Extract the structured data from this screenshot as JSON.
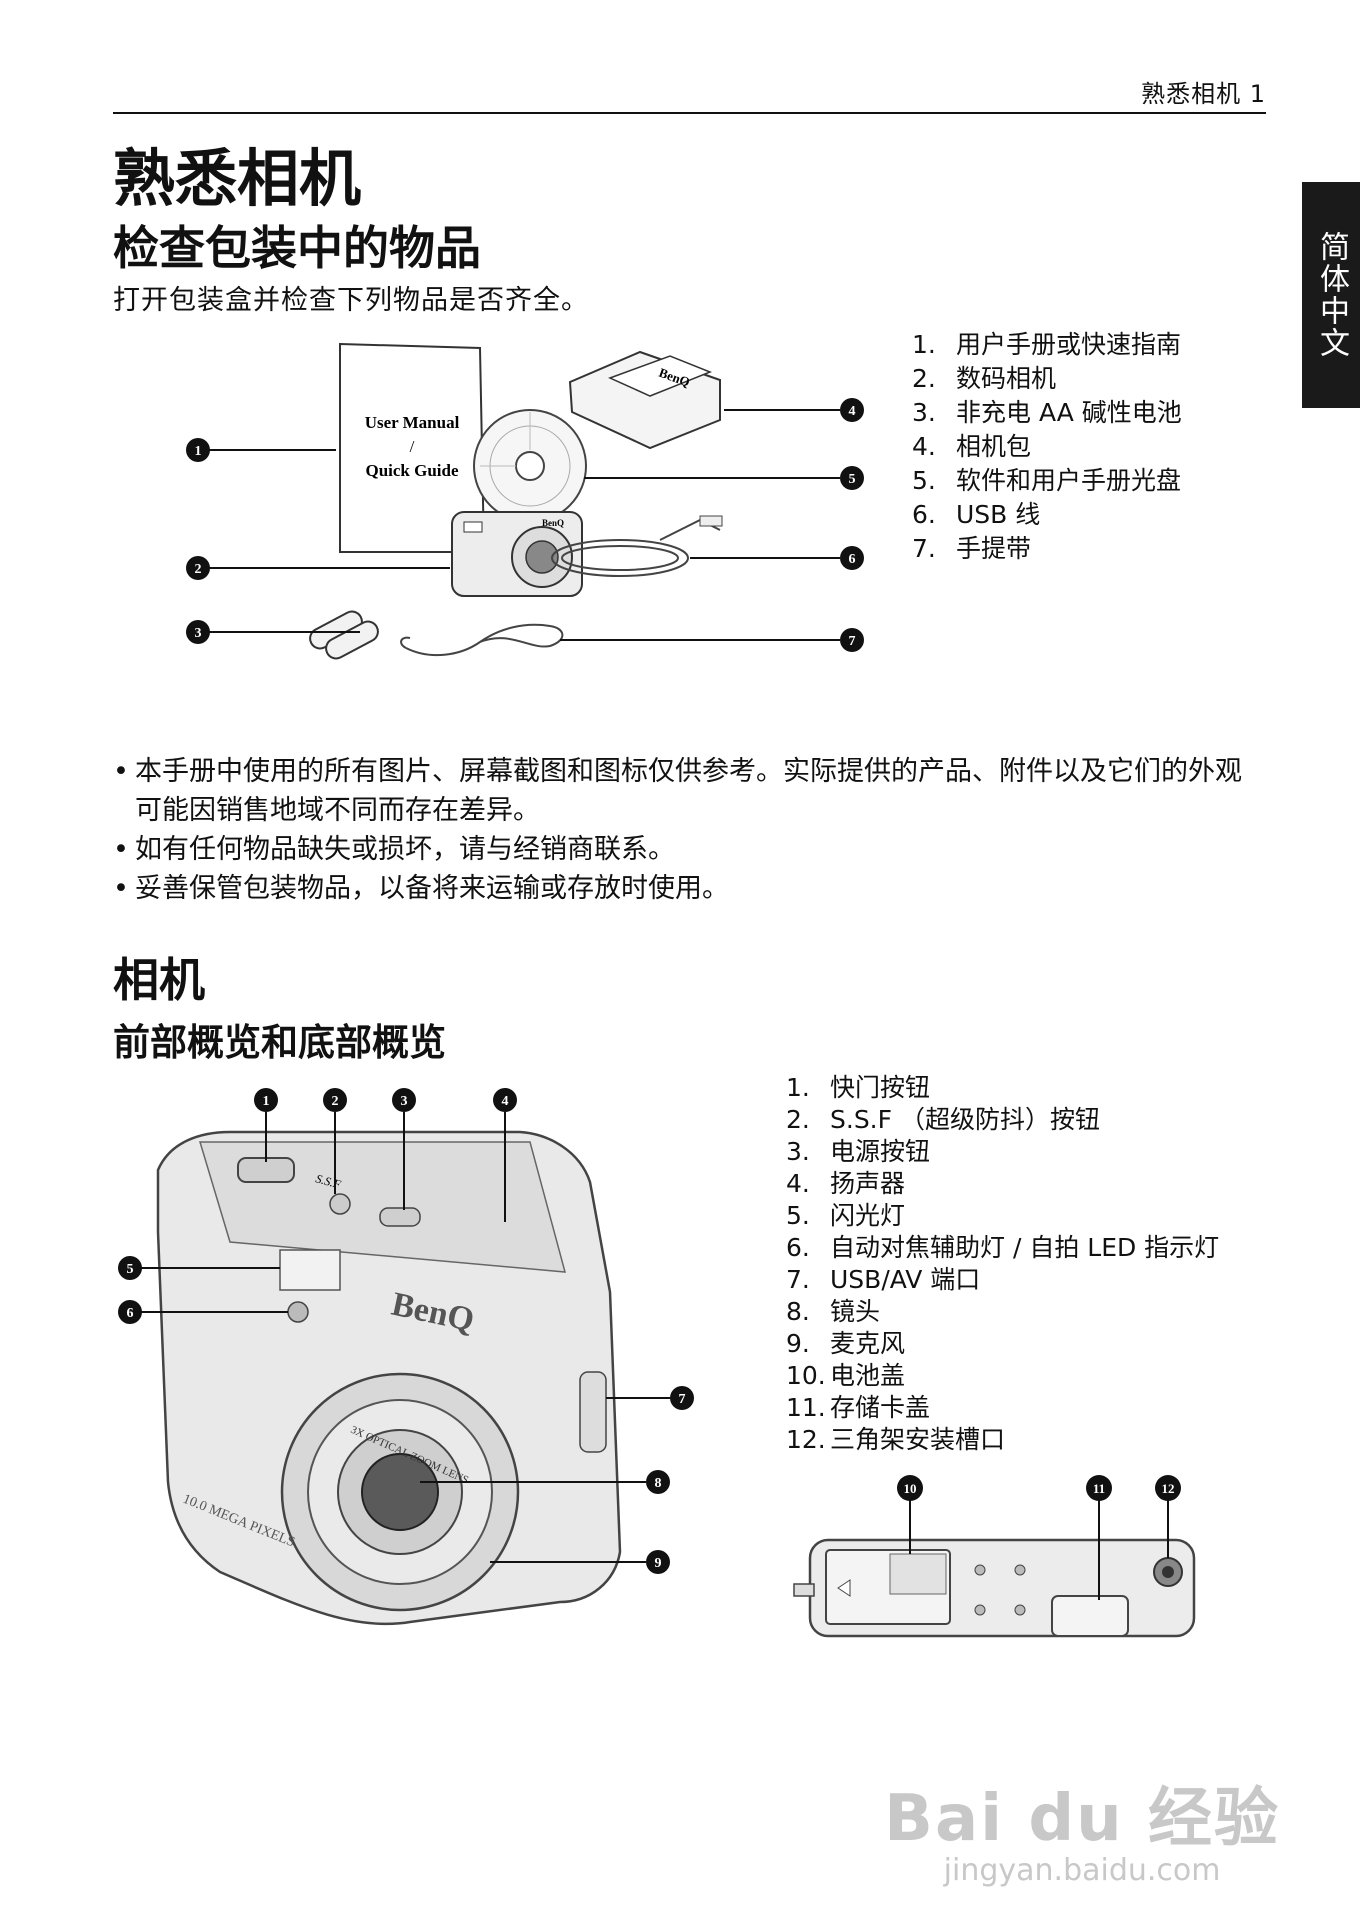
{
  "header": {
    "running_title": "熟悉相机  1"
  },
  "side_tab": {
    "label": "简体中文"
  },
  "page_title": "熟悉相机",
  "section_package": {
    "heading": "检查包装中的物品",
    "intro": "打开包装盒并检查下列物品是否齐全。",
    "manual_cover_line1": "User Manual",
    "manual_cover_line2": "/",
    "manual_cover_line3": "Quick Guide",
    "callouts": [
      "1",
      "2",
      "3",
      "4",
      "5",
      "6",
      "7"
    ],
    "items": [
      {
        "num": "1.",
        "text": "用户手册或快速指南"
      },
      {
        "num": "2.",
        "text": "数码相机"
      },
      {
        "num": "3.",
        "text": "非充电 AA 碱性电池"
      },
      {
        "num": "4.",
        "text": "相机包"
      },
      {
        "num": "5.",
        "text": "软件和用户手册光盘"
      },
      {
        "num": "6.",
        "text": "USB 线"
      },
      {
        "num": "7.",
        "text": "手提带"
      }
    ],
    "notes": [
      "本手册中使用的所有图片、屏幕截图和图标仅供参考。实际提供的产品、附件以及它们的外观可能因销售地域不同而存在差异。",
      "如有任何物品缺失或损坏，请与经销商联系。",
      "妥善保管包装物品，以备将来运输或存放时使用。"
    ]
  },
  "section_camera": {
    "heading": "相机",
    "subheading": "前部概览和底部概览",
    "brand": "BenQ",
    "megapixels": "10.0 MEGA PIXELS",
    "lens_text": "3X OPTICAL ZOOM LENS",
    "ssf_label": "S.S.F",
    "callouts": [
      "1",
      "2",
      "3",
      "4",
      "5",
      "6",
      "7",
      "8",
      "9",
      "10",
      "11",
      "12"
    ],
    "parts": [
      {
        "num": "1.",
        "text": "快门按钮"
      },
      {
        "num": "2.",
        "text": "S.S.F （超级防抖）按钮"
      },
      {
        "num": "3.",
        "text": "电源按钮"
      },
      {
        "num": "4.",
        "text": "扬声器"
      },
      {
        "num": "5.",
        "text": "闪光灯"
      },
      {
        "num": "6.",
        "text": "自动对焦辅助灯 / 自拍 LED 指示灯"
      },
      {
        "num": "7.",
        "text": "USB/AV 端口"
      },
      {
        "num": "8.",
        "text": "镜头"
      },
      {
        "num": "9.",
        "text": "麦克风"
      },
      {
        "num": "10.",
        "text": "电池盖"
      },
      {
        "num": "11.",
        "text": "存储卡盖"
      },
      {
        "num": "12.",
        "text": "三角架安装槽口"
      }
    ]
  },
  "watermark": {
    "logo": "Bai du 经验",
    "url": "jingyan.baidu.com"
  }
}
